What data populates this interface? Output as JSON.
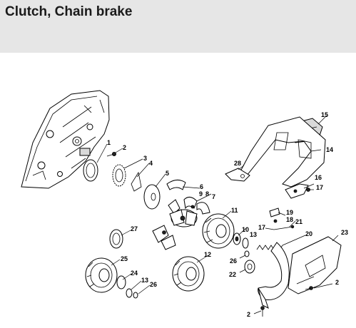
{
  "header": {
    "title": "Clutch, Chain brake"
  },
  "callouts": [
    {
      "key": "c1",
      "number": "1"
    },
    {
      "key": "c2a",
      "number": "2"
    },
    {
      "key": "c3",
      "number": "3"
    },
    {
      "key": "c4",
      "number": "4"
    },
    {
      "key": "c5",
      "number": "5"
    },
    {
      "key": "c6",
      "number": "6"
    },
    {
      "key": "c9",
      "number": "9"
    },
    {
      "key": "c8",
      "number": "8"
    },
    {
      "key": "c7",
      "number": "7"
    },
    {
      "key": "c11",
      "number": "11"
    },
    {
      "key": "c10",
      "number": "10"
    },
    {
      "key": "c13a",
      "number": "13"
    },
    {
      "key": "c12",
      "number": "12"
    },
    {
      "key": "c14",
      "number": "14"
    },
    {
      "key": "c15",
      "number": "15"
    },
    {
      "key": "c16",
      "number": "16"
    },
    {
      "key": "c17a",
      "number": "17"
    },
    {
      "key": "c19",
      "number": "19"
    },
    {
      "key": "c18",
      "number": "18"
    },
    {
      "key": "c17b",
      "number": "17"
    },
    {
      "key": "c21",
      "number": "21"
    },
    {
      "key": "c20",
      "number": "20"
    },
    {
      "key": "c23",
      "number": "23"
    },
    {
      "key": "c26a",
      "number": "26"
    },
    {
      "key": "c22",
      "number": "22"
    },
    {
      "key": "c2b",
      "number": "2"
    },
    {
      "key": "c2c",
      "number": "2"
    },
    {
      "key": "c27",
      "number": "27"
    },
    {
      "key": "c25",
      "number": "25"
    },
    {
      "key": "c24",
      "number": "24"
    },
    {
      "key": "c13b",
      "number": "13"
    },
    {
      "key": "c26b",
      "number": "26"
    },
    {
      "key": "c28",
      "number": "28"
    }
  ]
}
